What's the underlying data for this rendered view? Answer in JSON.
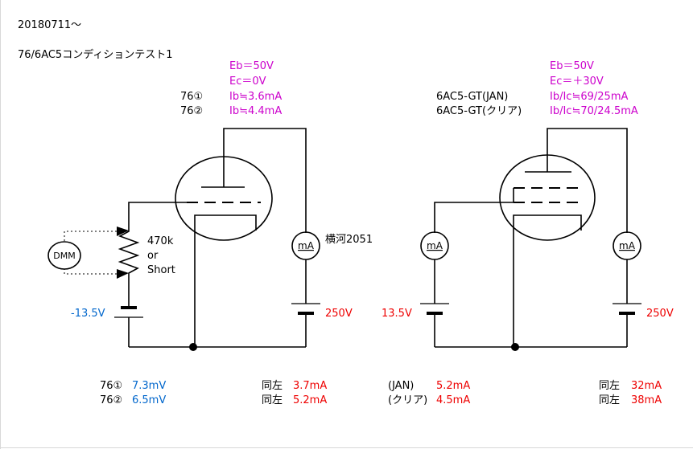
{
  "header": {
    "date": "20180711～",
    "title": "76/6AC5コンディションテスト1"
  },
  "left": {
    "eb": "Eb＝50V",
    "ec": "Ec＝0V",
    "row1_label": "76①",
    "row1_value": "Ib≒3.6mA",
    "row2_label": "76②",
    "row2_value": "Ib≒4.4mA",
    "meter_label": "mA",
    "meter_model": "横河2051",
    "resistor_label": [
      "470k",
      "or",
      "Short"
    ],
    "dmm_label": "DMM",
    "grid_voltage": "-13.5V",
    "plate_voltage": "250V"
  },
  "right": {
    "eb": "Eb＝50V",
    "ec": "Ec＝＋30V",
    "row1_label": "6AC5-GT(JAN)",
    "row1_value": "Ib/Ic≒69/25mA",
    "row2_label": "6AC5-GT(クリア)",
    "row2_value": "Ib/Ic≒70/24.5mA",
    "grid_meter_label": "mA",
    "plate_meter_label": "mA",
    "grid_voltage": "13.5V",
    "plate_voltage": "250V"
  },
  "results": {
    "left": [
      {
        "label": "76①",
        "grid": "7.3mV",
        "plate_prefix": "同左",
        "plate": "3.7mA"
      },
      {
        "label": "76②",
        "grid": "6.5mV",
        "plate_prefix": "同左",
        "plate": "5.2mA"
      }
    ],
    "right": [
      {
        "label": "(JAN)",
        "grid": "5.2mA",
        "plate_prefix": "同左",
        "plate": "32mA"
      },
      {
        "label": "(クリア)",
        "grid": "4.5mA",
        "plate_prefix": "同左",
        "plate": "38mA"
      }
    ]
  },
  "colors": {
    "magenta": "#cc00cc",
    "blue": "#0066cc",
    "red": "#ee0000"
  }
}
